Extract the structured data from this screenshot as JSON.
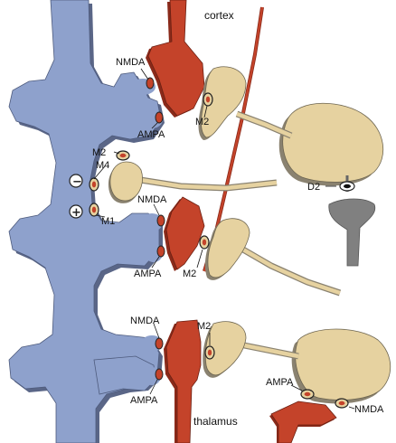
{
  "regions": {
    "cortex": "cortex",
    "thalamus": "thalamus"
  },
  "receptors": {
    "nmda": "NMDA",
    "ampa": "AMPA",
    "m1": "M1",
    "m2": "M2",
    "m4": "M4",
    "d2": "D2"
  },
  "signs": {
    "minus": "−",
    "plus": "+"
  },
  "colors": {
    "dendrite": "#8ea1cc",
    "dendrite_shadow": "#5a6687",
    "terminal_red": "#c4432a",
    "terminal_red_dark": "#8a2a1a",
    "cholinergic": "#e6d2a0",
    "cholinergic_shadow": "#8a8270",
    "dopamine": "#808080",
    "outline": "#222222"
  }
}
